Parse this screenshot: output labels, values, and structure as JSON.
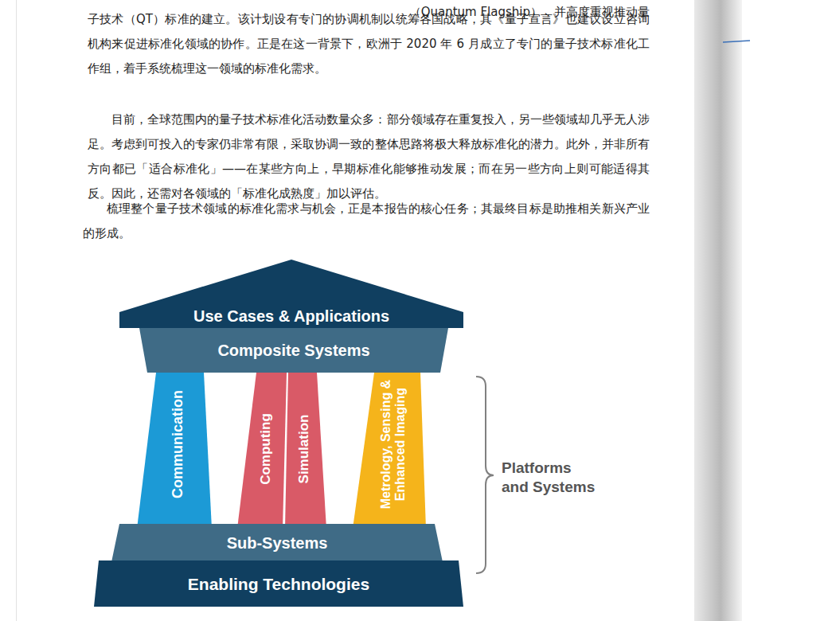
{
  "diagram": {
    "nodes": [
      {
        "text": [
          "Use Cases & Applications"
        ]
      },
      {
        "text": [
          "Composite Systems"
        ]
      },
      {
        "text": [
          "Communication"
        ]
      },
      {
        "text": [
          "Computing"
        ]
      },
      {
        "text": [
          "Simulation"
        ]
      },
      {
        "text": [
          "Metrology, Sensing & Enhanced Imaging"
        ]
      },
      {
        "text": [
          "Sub-Systems"
        ]
      },
      {
        "text": [
          "Enabling Technologies"
        ]
      }
    ],
    "labels": [
      "（Quantum Flagship），并高度重视推动量",
      "子技术（QT）标准的建立。该计划设有专门的协调机制以统筹各国战略，其《量子宣言》也建议设立咨询机构来促进标准化领域的协作。正是在这一背景下，欧洲于 2020 年 6 月成立了专门的量子技术标准化工作组，着手系统梳理这一领域的标准化需求。",
      "目前，全球范围内的量子技术标准化活动数量众多：部分领域存在重复投入，另一些领域却几乎无人涉足。考虑到可投入的专家仍非常有限，采取协调一致的整体思路将极大释放标准化的潜力。此外，并非所有方向都已「适合标准化」——在某些方向上，早期标准化能够推动发展；而在另一些方向上则可能适得其反。因此，还需对各领域的「标准化成熟度」加以评估。",
      "梳理整个量子技术领域的标准化需求与机会，正是本报告的核心任务；其最终目标是助推相关新兴产业的形成。",
      "Platforms and Systems"
    ]
  }
}
